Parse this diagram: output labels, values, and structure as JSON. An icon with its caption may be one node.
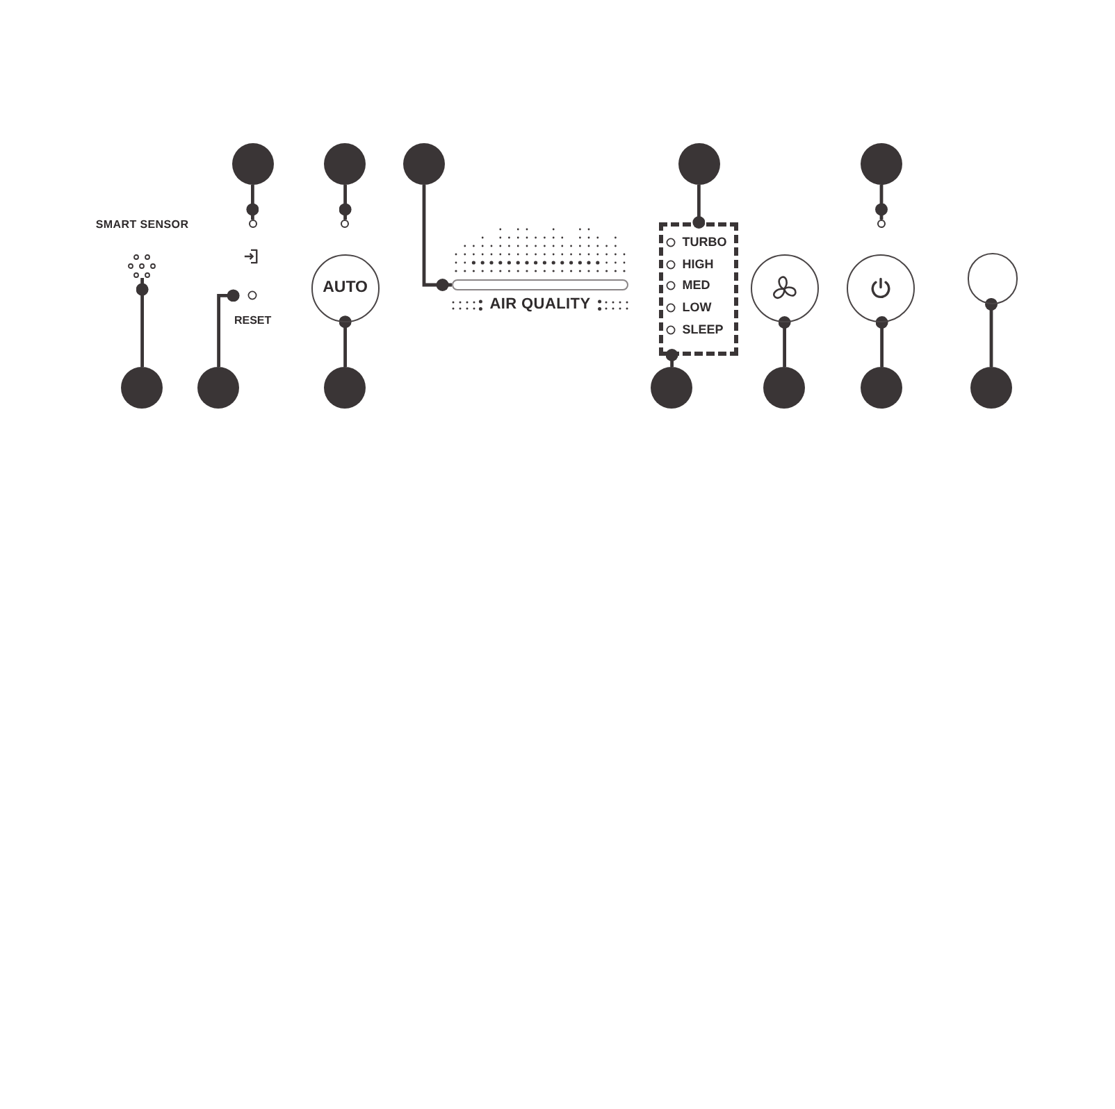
{
  "diagram": {
    "nodes": [
      {
        "text": [],
        "shape": "circle"
      },
      {
        "text": [],
        "shape": "circle"
      },
      {
        "text": [],
        "shape": "circle"
      },
      {
        "text": [],
        "shape": "circle"
      },
      {
        "text": [],
        "shape": "circle"
      },
      {
        "text": [
          "SMART SENSOR"
        ]
      },
      {
        "text": [],
        "shape": "circle"
      },
      {
        "text": [],
        "shape": "circle"
      },
      {
        "text": [
          "RESET"
        ]
      },
      {
        "text": [
          "AUTO"
        ]
      },
      {
        "text": [
          "AIR QUALITY"
        ]
      },
      {
        "text": [
          "TURBO",
          "HIGH",
          "MED",
          "LOW",
          "SLEEP"
        ]
      },
      {
        "text": [],
        "shape": "circle"
      },
      {
        "text": [],
        "shape": "circle"
      },
      {
        "text": [],
        "shape": "circle"
      },
      {
        "text": [],
        "shape": "circle"
      },
      {
        "text": [],
        "shape": "circle"
      },
      {
        "text": [],
        "shape": "circle"
      },
      {
        "text": [],
        "shape": "circle"
      },
      {
        "text": [],
        "shape": "circle"
      },
      {
        "text": [],
        "shape": "circle"
      },
      {
        "text": [],
        "shape": "circle"
      },
      {
        "text": [],
        "shape": "circle"
      }
    ],
    "edges": [
      {
        "from": 0,
        "to": 6,
        "arrow": "other"
      },
      {
        "from": 1,
        "to": 7,
        "arrow": "other"
      },
      {
        "from": 2,
        "to": 10,
        "arrow": "other"
      },
      {
        "from": 3,
        "to": 11,
        "arrow": "other"
      },
      {
        "from": 4,
        "to": 13,
        "arrow": "other"
      },
      {
        "from": 16,
        "to": 5,
        "arrow": "other"
      },
      {
        "from": 17,
        "to": 8,
        "arrow": "other"
      },
      {
        "from": 18,
        "to": 9,
        "arrow": "other"
      },
      {
        "from": 19,
        "to": 11,
        "arrow": "other"
      },
      {
        "from": 20,
        "to": 12,
        "arrow": "other"
      },
      {
        "from": 21,
        "to": 14,
        "arrow": "other"
      },
      {
        "from": 22,
        "to": 15,
        "arrow": "other"
      }
    ]
  }
}
